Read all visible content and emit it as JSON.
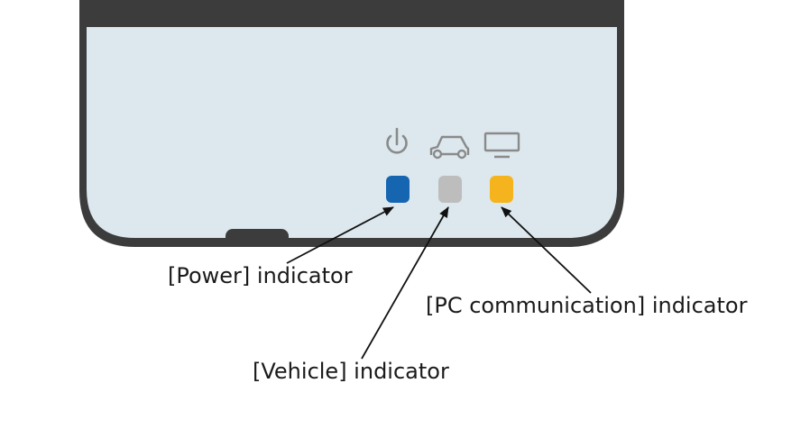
{
  "device": {
    "body_color": "#3c3c3c",
    "screen_color": "#dce8ee",
    "icon_color": "#8a8a8a"
  },
  "indicators": [
    {
      "icon": "power-icon",
      "color": "#1565b0"
    },
    {
      "icon": "car-icon",
      "color": "#bdbdbd"
    },
    {
      "icon": "monitor-icon",
      "color": "#f5b41e"
    }
  ],
  "callouts": {
    "power_label": "[Power] indicator",
    "vehicle_label": "[Vehicle] indicator",
    "pc_label": "[PC communication] indicator"
  }
}
